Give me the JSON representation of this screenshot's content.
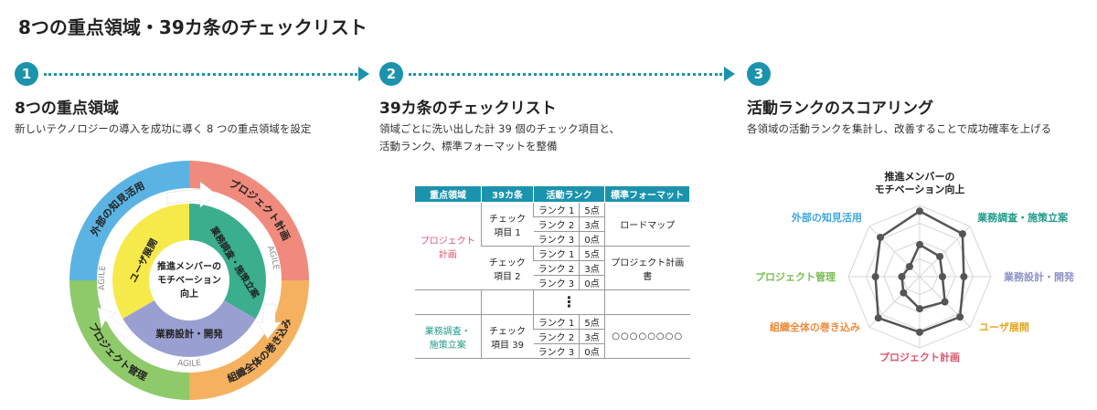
{
  "title": "8つの重点領域・39カ条のチェックリスト",
  "steps": [
    {
      "num": "1",
      "title": "8つの重点領域",
      "desc": [
        "新しいテクノロジーの導入を成功に導く 8 つの重点領域を設定"
      ]
    },
    {
      "num": "2",
      "title": "39カ条のチェックリスト",
      "desc": [
        "領域ごとに洗い出した計 39 個のチェック項目と、",
        "活動ランク、標準フォーマットを整備"
      ]
    },
    {
      "num": "3",
      "title": "活動ランクのスコアリング",
      "desc": [
        "各領域の活動ランクを集計し、改善することで成功確率を上げる"
      ]
    }
  ],
  "colors": {
    "accent": "#1b93ad",
    "blue": "#5bb3e3",
    "salmon": "#ef8a7d",
    "green": "#8ec96a",
    "orange": "#f5b15f",
    "yellow": "#f6e94a",
    "teal": "#3aae8d",
    "lavender": "#9a9fd1"
  },
  "wheel": {
    "center": [
      "推進メンバーの",
      "モチベーション",
      "向上"
    ],
    "outer": {
      "top_left": "外部の知見活用",
      "top_right": "プロジェクト計画",
      "bottom_left": "プロジェクト管理",
      "bottom_right": "組織全体の巻き込み"
    },
    "inner": {
      "left": "ユーザ展開",
      "right": "業務調査・施策立案",
      "bottom": "業務設計・開発"
    },
    "agile": "AGILE"
  },
  "table": {
    "headers": [
      "重点領域",
      "39カ条",
      "活動ランク",
      "標準フォーマット"
    ],
    "groups": [
      {
        "area": "プロジェクト計画",
        "area_lines": [
          "プロジェクト",
          "計画"
        ],
        "items": [
          {
            "item_lines": [
              "チェック",
              "項目 1"
            ],
            "format": "ロードマップ",
            "ranks": [
              [
                "ランク 1",
                "5点"
              ],
              [
                "ランク 2",
                "3点"
              ],
              [
                "ランク 3",
                "0点"
              ]
            ]
          },
          {
            "item_lines": [
              "チェック",
              "項目 2"
            ],
            "format": "プロジェクト計画書",
            "ranks": [
              [
                "ランク 1",
                "5点"
              ],
              [
                "ランク 2",
                "3点"
              ],
              [
                "ランク 3",
                "0点"
              ]
            ]
          }
        ]
      },
      {
        "area": "業務調査・施策立案",
        "area_lines": [
          "業務調査・",
          "施策立案"
        ],
        "items": [
          {
            "item_lines": [
              "チェック",
              "項目 39"
            ],
            "format": "○○○○○○○○",
            "ranks": [
              [
                "ランク 1",
                "5点"
              ],
              [
                "ランク 2",
                "3点"
              ],
              [
                "ランク 3",
                "0点"
              ]
            ]
          }
        ]
      }
    ],
    "ellipsis": "⋮"
  },
  "radar": {
    "axes": [
      {
        "label": [
          "推進メンバーの",
          "モチベーション向上"
        ],
        "color": "#222222"
      },
      {
        "label": [
          "業務調査・施策立案"
        ],
        "color": "#1f9b8a"
      },
      {
        "label": [
          "業務設計・開発"
        ],
        "color": "#8e93c8"
      },
      {
        "label": [
          "ユーザ展開"
        ],
        "color": "#e8a821"
      },
      {
        "label": [
          "プロジェクト計画"
        ],
        "color": "#d9566f"
      },
      {
        "label": [
          "組織全体の巻き込み"
        ],
        "color": "#ee8a3c"
      },
      {
        "label": [
          "プロジェクト管理"
        ],
        "color": "#7bbd52"
      },
      {
        "label": [
          "外部の知見活用"
        ],
        "color": "#3fa7dc"
      }
    ],
    "outer_values": [
      0.92,
      0.85,
      0.62,
      0.8,
      0.78,
      0.82,
      0.62,
      0.78
    ],
    "inner_values": [
      0.45,
      0.4,
      0.32,
      0.5,
      0.45,
      0.32,
      0.25,
      0.2
    ]
  }
}
